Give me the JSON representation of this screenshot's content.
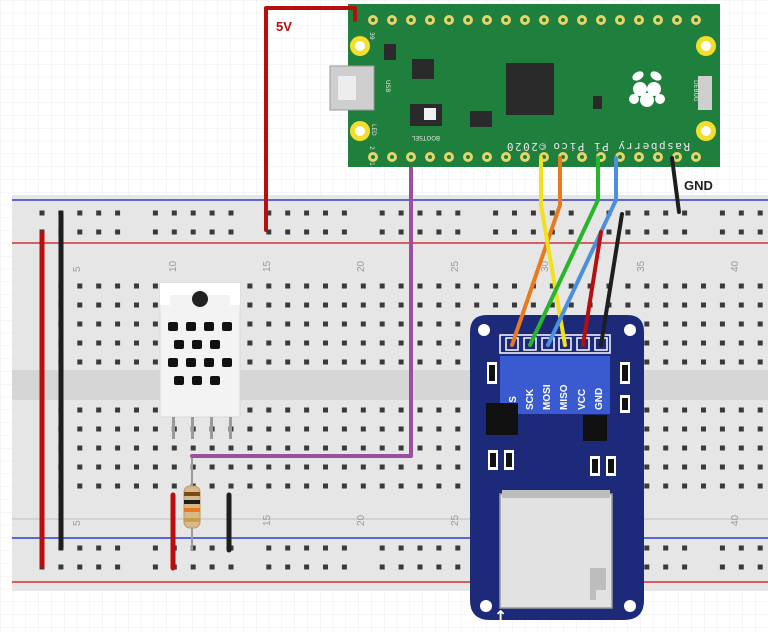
{
  "colors": {
    "red_wire": "#b90e0e",
    "black_wire": "#1e1e1e",
    "purple_wire": "#9c4f9e",
    "orange_wire": "#e87a1c",
    "yellow_wire": "#f2e01c",
    "green_wire": "#27b52a",
    "blue_wire": "#4a8fe0",
    "pico_board": "#1f7f3c",
    "sd_module": "#1d2a7a",
    "breadboard": "#e6e6e6"
  },
  "labels": {
    "five_volt": "5V",
    "gnd": "GND"
  },
  "pico": {
    "name": "Raspberry Pi Pico",
    "copyright": "©2020",
    "bootsel": "BOOTSEL",
    "usb": "USB",
    "debug": "DEBUG",
    "led": "LED",
    "pin_39": "39",
    "pin_2": "2",
    "pin_1": "1"
  },
  "sd_module": {
    "pins": [
      "CS",
      "SCK",
      "MOSI",
      "MISO",
      "VCC",
      "GND"
    ],
    "arrow": "↑"
  },
  "breadboard": {
    "column_numbers": [
      "5",
      "10",
      "15",
      "20",
      "25",
      "30",
      "35",
      "40"
    ]
  }
}
